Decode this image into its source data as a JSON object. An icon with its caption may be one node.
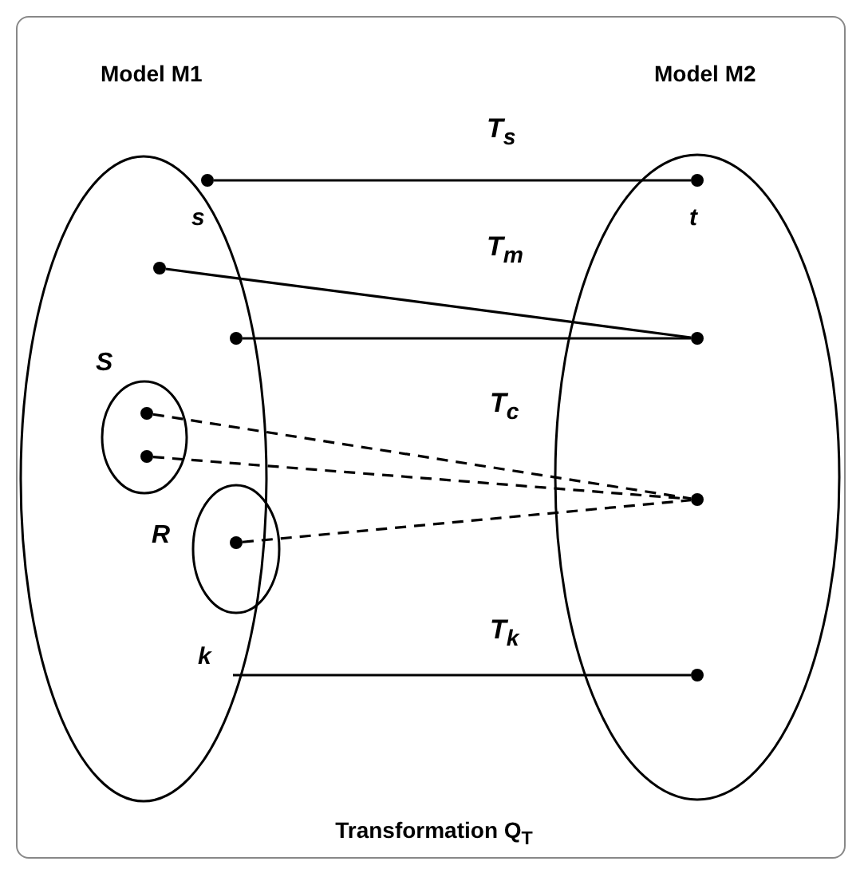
{
  "diagram": {
    "caption": "Transformation Q$_{T}$",
    "nodes": [
      {
        "text": [
          "Model M1"
        ]
      },
      {
        "text": [
          "Model M2"
        ]
      },
      {
        "text": [],
        "shape": "circle",
        "in": 0,
        "beside": [
          "s"
        ]
      },
      {
        "text": [],
        "shape": "circle",
        "in": 0
      },
      {
        "text": [],
        "shape": "circle",
        "in": 0
      },
      {
        "text": [
          "S"
        ],
        "in": 0
      },
      {
        "text": [],
        "shape": "circle",
        "in": 5
      },
      {
        "text": [],
        "shape": "circle",
        "in": 5
      },
      {
        "text": [
          "R"
        ],
        "in": 0
      },
      {
        "text": [],
        "shape": "circle",
        "in": 8
      },
      {
        "text": [
          "k"
        ],
        "in": 0
      },
      {
        "text": [],
        "shape": "circle",
        "in": 1,
        "beside": [
          "t"
        ]
      },
      {
        "text": [],
        "shape": "circle",
        "in": 1
      },
      {
        "text": [],
        "shape": "circle",
        "in": 1
      },
      {
        "text": [],
        "shape": "circle",
        "in": 1
      }
    ],
    "edges": [
      {
        "from": 2,
        "to": 11,
        "arrow": "none",
        "label": "T$_{s}$"
      },
      {
        "from": 3,
        "to": 12,
        "arrow": "none",
        "label": "T$_{m}$"
      },
      {
        "from": 4,
        "to": 12,
        "arrow": "none"
      },
      {
        "from": 6,
        "to": 13,
        "arrow": "none",
        "style": "dashed",
        "label": "T$_{c}$"
      },
      {
        "from": 7,
        "to": 13,
        "arrow": "none",
        "style": "dashed"
      },
      {
        "from": 9,
        "to": 13,
        "arrow": "none",
        "style": "dashed"
      },
      {
        "from": 10,
        "to": 14,
        "arrow": "none",
        "label": "T$_{k}$"
      }
    ]
  }
}
